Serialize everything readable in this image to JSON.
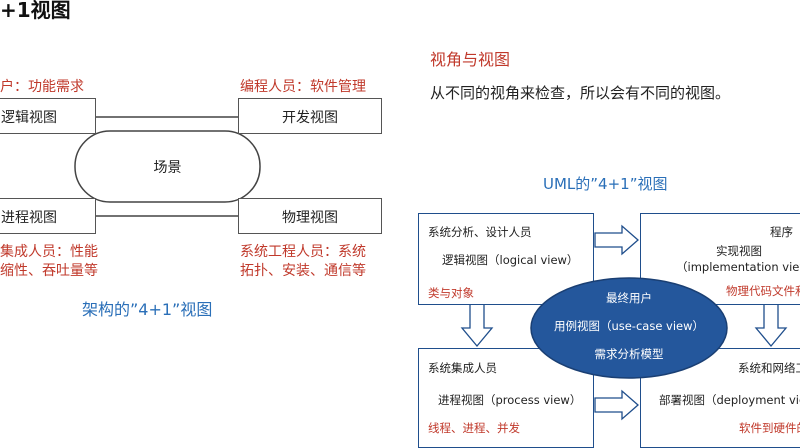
{
  "page_title": "+1视图",
  "left": {
    "top_left_caption": "户：功能需求",
    "top_right_caption": "编程人员：软件管理",
    "logical_box": "逻辑视图",
    "dev_box": "开发视图",
    "scenario": "场景",
    "process_box": "进程视图",
    "physical_box": "物理视图",
    "bottom_left_caption_1": "集成人员：性能",
    "bottom_left_caption_2": "缩性、吞吐量等",
    "bottom_right_caption_1": "系统工程人员：系统",
    "bottom_right_caption_2": "拓扑、安装、通信等",
    "figure_caption": "架构的”4+1”视图"
  },
  "right": {
    "section_title": "视角与视图",
    "section_text": "从不同的视角来检查，所以会有不同的视图。",
    "uml_title": "UML的”4+1”视图",
    "tl_role": "系统分析、设计人员",
    "tl_view": "逻辑视图（logical view）",
    "tl_note": "类与对象",
    "tr_role": "程序",
    "tr_view_1": "实现视图",
    "tr_view_2": "（implementation view）",
    "tr_note": "物理代码文件和",
    "center_1": "最终用户",
    "center_2": "用例视图（use-case view）",
    "center_3": "需求分析模型",
    "bl_role": "系统集成人员",
    "bl_view": "进程视图（process view）",
    "bl_note": "线程、进程、并发",
    "br_role": "系统和网络工",
    "br_view": "部署视图（deployment vie",
    "br_note": "软件到硬件的"
  },
  "colors": {
    "red": "#c0392b",
    "blue": "#2a6fb8",
    "ellipse": "#24579c"
  }
}
